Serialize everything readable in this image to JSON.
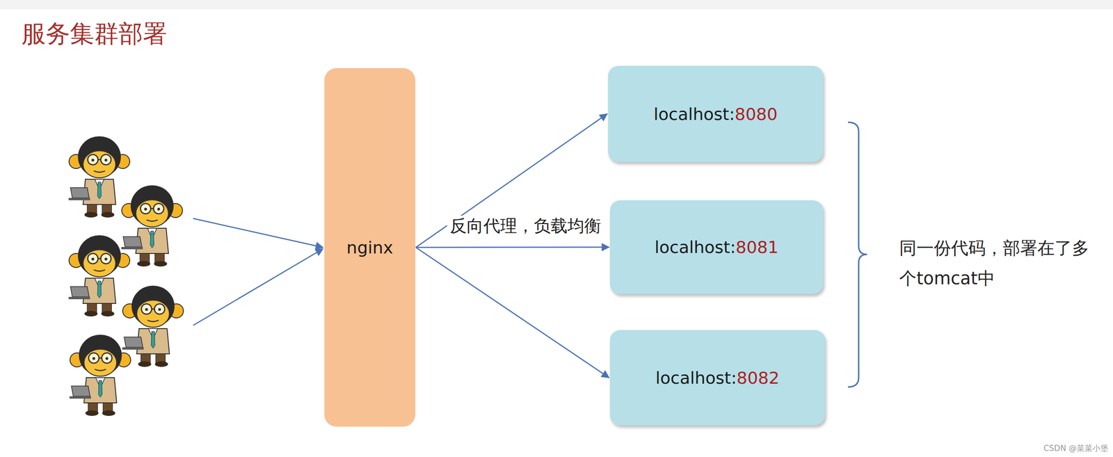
{
  "diagram": {
    "title": "服务集群部署",
    "nodes": [
      {
        "text": [
          "nginx"
        ]
      },
      {
        "text": [
          "localhost:8080"
        ]
      },
      {
        "text": [
          "localhost:8081"
        ]
      },
      {
        "text": [
          "localhost:8082"
        ]
      }
    ],
    "edges": [
      {
        "from": 0,
        "to": 1,
        "arrow": "to"
      },
      {
        "from": 0,
        "to": 2,
        "label": "反向代理，负载均衡",
        "arrow": "to"
      },
      {
        "from": 0,
        "to": 3,
        "arrow": "to"
      }
    ],
    "labels": [
      "同一份代码，部署在了多个tomcat中",
      "CSDN @菜菜小堡"
    ]
  }
}
